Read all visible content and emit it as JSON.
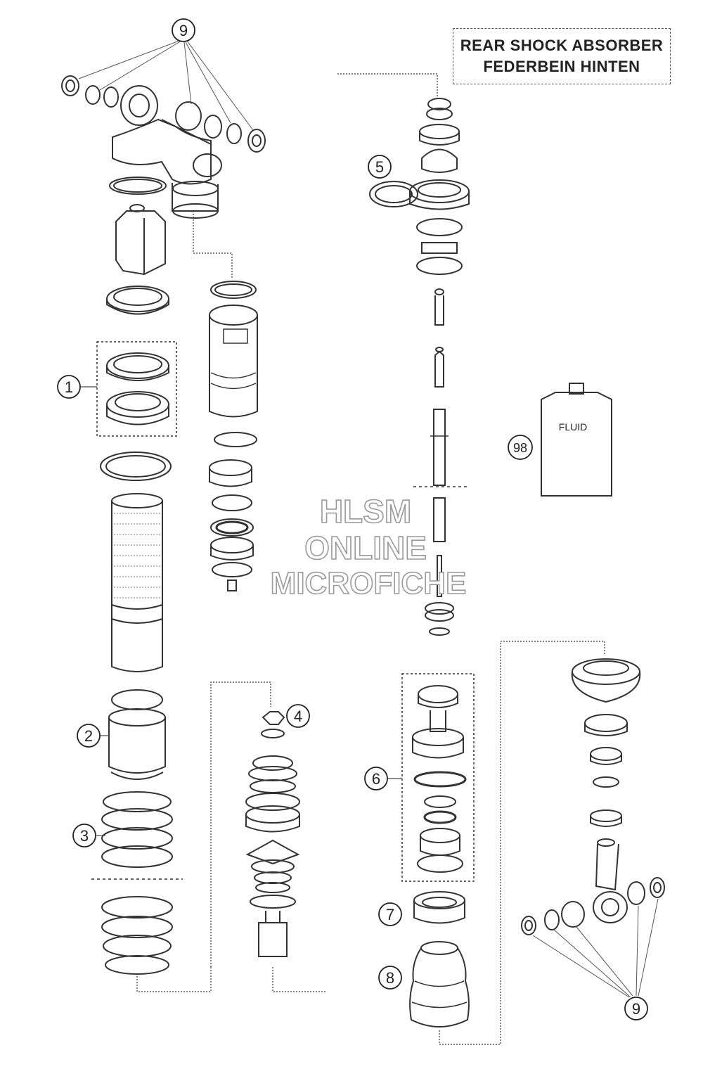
{
  "title": {
    "line1": "REAR SHOCK ABSORBER",
    "line2": "FEDERBEIN HINTEN"
  },
  "fluid_label": "FLUID",
  "watermark": {
    "line1": "HLSM",
    "line2": "ONLINE",
    "line3": "MICROFICHE"
  },
  "callouts": {
    "c1": "1",
    "c2": "2",
    "c3": "3",
    "c4": "4",
    "c5": "5",
    "c6": "6",
    "c7": "7",
    "c8": "8",
    "c9_top": "9",
    "c9_bottom": "9",
    "c98": "98"
  }
}
